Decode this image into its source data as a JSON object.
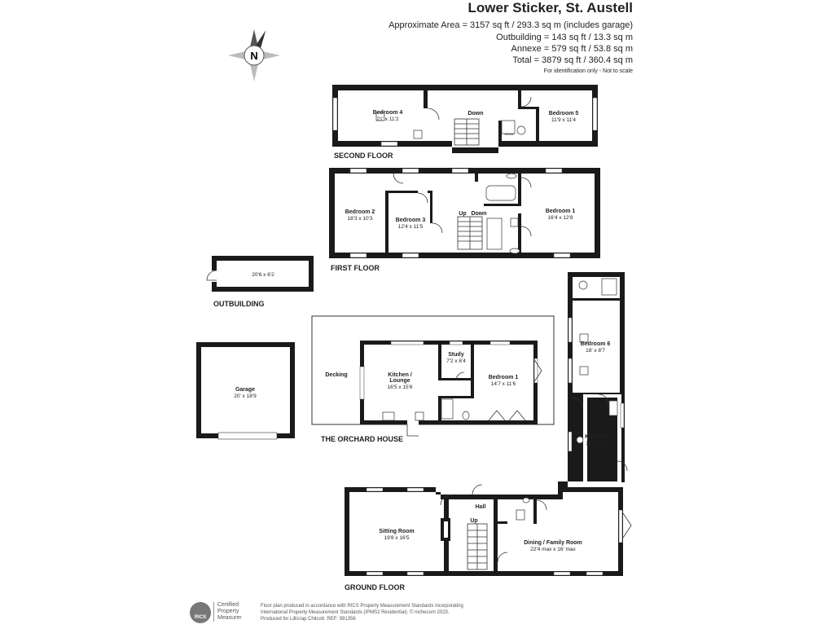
{
  "header": {
    "title": "Lower Sticker, St. Austell",
    "area_lines": [
      "Approximate Area = 3157 sq ft / 293.3 sq m (includes garage)",
      "Outbuilding = 143 sq ft / 13.3 sq m",
      "Annexe = 579 sq ft / 53.8 sq m",
      "Total = 3879 sq ft / 360.4 sq m"
    ],
    "note": "For identification only - Not to scale"
  },
  "compass": {
    "letter": "N"
  },
  "floors": {
    "second": {
      "label": "SECOND FLOOR",
      "rooms": [
        {
          "name": "Bedroom 4",
          "dims": "21' x 11'2"
        },
        {
          "name": "Bedroom 5",
          "dims": "11'9 x 11'4"
        }
      ],
      "stair_label": "Down"
    },
    "first": {
      "label": "FIRST FLOOR",
      "rooms": [
        {
          "name": "Bedroom 2",
          "dims": "18'3 x 10'3"
        },
        {
          "name": "Bedroom 3",
          "dims": "12'4 x 11'5"
        },
        {
          "name": "Bedroom 1",
          "dims": "16'4 x 12'8"
        }
      ],
      "stair_up": "Up",
      "stair_down": "Down"
    },
    "outbuilding": {
      "label": "OUTBUILDING",
      "dims": "20'6 x 6'2"
    },
    "orchard": {
      "label": "THE ORCHARD HOUSE",
      "decking": "Decking",
      "rooms": [
        {
          "name": "Kitchen /",
          "name2": "Lounge",
          "dims": "16'5 x 15'6"
        },
        {
          "name": "Study",
          "dims": "7'2 x 6'4"
        },
        {
          "name": "Bedroom 1",
          "dims": "14'7 x 11'6"
        }
      ]
    },
    "garage": {
      "name": "Garage",
      "dims": "20' x 18'9"
    },
    "annexe": {
      "rooms": [
        {
          "name": "Bedroom 6",
          "dims": "18' x 8'7"
        },
        {
          "name": "Kitchen",
          "dims": "18' x 9'6"
        }
      ]
    },
    "ground": {
      "label": "GROUND FLOOR",
      "rooms": [
        {
          "name": "Sitting Room",
          "dims": "19'8 x 16'5"
        },
        {
          "name": "Hall",
          "dims": ""
        },
        {
          "name": "Dining / Family Room",
          "dims": "22'4 max x 16' max"
        }
      ],
      "stair_up": "Up"
    }
  },
  "footer": {
    "rics_logo": "RICS",
    "rics_text": [
      "Certified",
      "Property",
      "Measurer"
    ],
    "lines": [
      "Floor plan produced in accordance with RICS Property Measurement Standards incorporating",
      "International Property Measurement Standards (IPMS2 Residential). © nichecom 2023.",
      "Produced for Lillicrap Chilcott.  REF: 991356"
    ]
  }
}
